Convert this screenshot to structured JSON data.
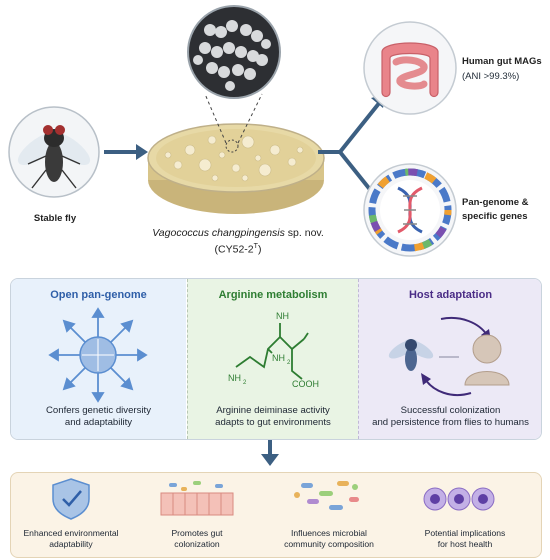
{
  "top": {
    "fly_label": "Stable fly",
    "species_italic": "Vagococcus changpingensis",
    "species_suffix": " sp. nov.",
    "strain_prefix": "(CY52-2",
    "strain_sup": "T",
    "strain_suffix": ")",
    "gut_title": "Human gut MAGs",
    "gut_sub": "(ANI >99.3%)",
    "pan_line1": "Pan-genome &",
    "pan_line2": "specific genes"
  },
  "panels": [
    {
      "title": "Open pan-genome",
      "desc1": "Confers genetic diversity",
      "desc2": "and adaptability",
      "color": "#2f5fa8"
    },
    {
      "title": "Arginine metabolism",
      "desc1": "Arginine deiminase activity",
      "desc2": "adapts to gut environments",
      "color": "#2e7d32"
    },
    {
      "title": "Host adaptation",
      "desc1": "Successful colonization",
      "desc2": "and persistence from flies to humans",
      "color": "#4a2c86"
    }
  ],
  "chem": {
    "nh": "NH",
    "nh2_a": "NH",
    "nh2_b": "NH",
    "cooh": "COOH",
    "sub": "2"
  },
  "outcomes": [
    {
      "line1": "Enhanced environmental",
      "line2": "adaptability"
    },
    {
      "line1": "Promotes gut",
      "line2": "colonization"
    },
    {
      "line1": "Influences microbial",
      "line2": "community composition"
    },
    {
      "line1": "Potential implications",
      "line2": "for host health"
    }
  ],
  "colors": {
    "arrow": "#3c5f82",
    "panel1": "#e8f1fb",
    "panel2": "#e9f4e4",
    "panel3": "#ece9f6",
    "bottom": "#fbf3e6"
  }
}
